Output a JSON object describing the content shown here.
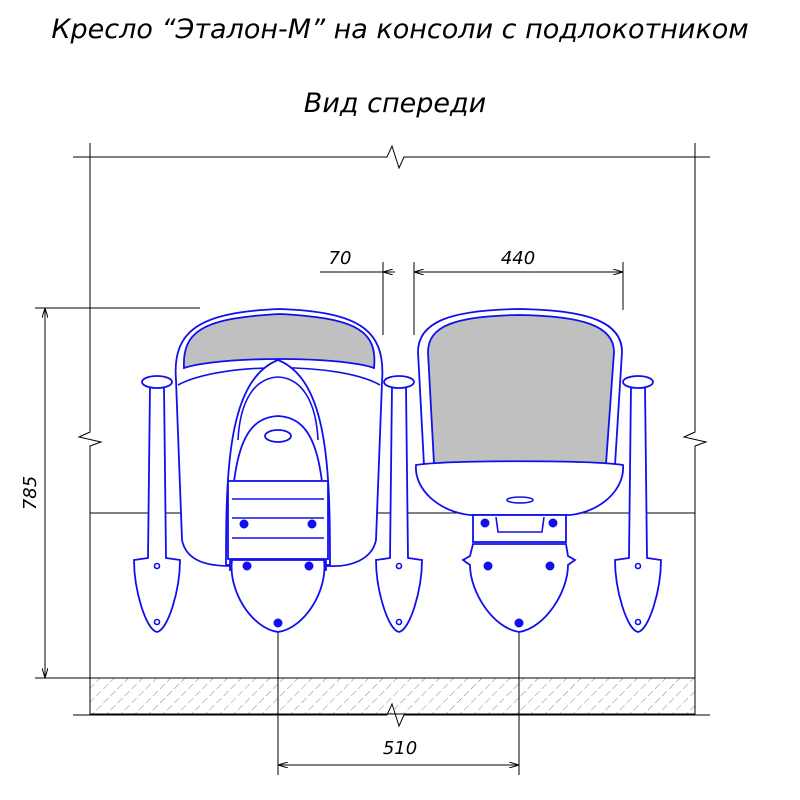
{
  "title": "Кресло “Эталон-М” на консоли с подлокотником",
  "subtitle": "Вид спереди",
  "dimensions": {
    "gap": "70",
    "seat_width": "440",
    "height": "785",
    "pitch": "510"
  },
  "colors": {
    "outline": "#1010ee",
    "cushion": "#c0c0c0",
    "dimension": "#000000"
  }
}
